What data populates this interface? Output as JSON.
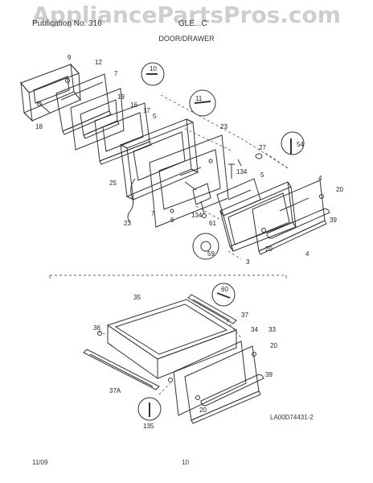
{
  "watermark": "AppliancePartsPros.com",
  "header": {
    "left": "Publication No. 316",
    "right": "GLE...C",
    "title": "DOOR/DRAWER"
  },
  "callouts": {
    "p9": "9",
    "p12": "12",
    "p7a": "7",
    "p10": "10",
    "p19": "19",
    "p16": "16",
    "p17": "17",
    "p5a": "5",
    "p18": "18",
    "p11": "11",
    "p23a": "23",
    "p27": "27",
    "p54": "54",
    "p25": "25",
    "p134a": "134",
    "p5b": "5",
    "p4a": "4",
    "p20a": "20",
    "p39a": "39",
    "p23b": "23",
    "p7b": "7",
    "p6": "6",
    "p134b": "134",
    "p61": "61",
    "p59": "59",
    "p3": "3",
    "p20b": "20",
    "p4b": "4",
    "p35": "35",
    "p60": "60",
    "p37": "37",
    "p36": "36",
    "p34": "34",
    "p33": "33",
    "p20c": "20",
    "p39b": "39",
    "p37a": "37A",
    "p135": "135",
    "p20d": "20"
  },
  "diagram_code": "LA00D74431-2",
  "footer": {
    "date": "11/09",
    "page": "10"
  }
}
